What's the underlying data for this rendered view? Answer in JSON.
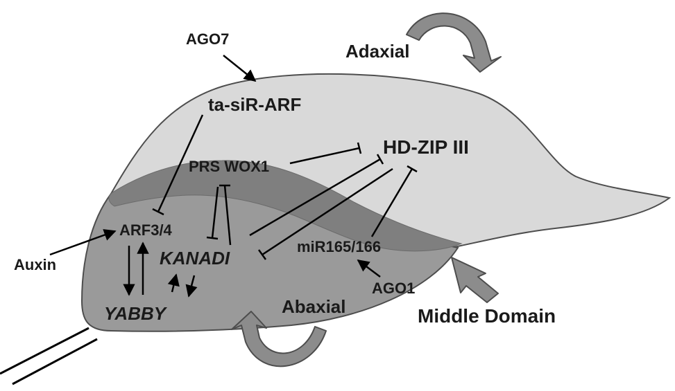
{
  "colors": {
    "adaxial_fill": "#d9d9d9",
    "abaxial_fill": "#9a9a9a",
    "middle_domain_fill": "#7f7f7f",
    "outline": "#4d4d4d",
    "curved_arrow_fill": "#8c8c8c",
    "line": "#000000"
  },
  "labels": {
    "ago7": "AGO7",
    "adaxial": "Adaxial",
    "ta_sir_arf": "ta-siR-ARF",
    "hd_zip_iii": "HD-ZIP III",
    "prs_wox1": "PRS WOX1",
    "arf34": "ARF3/4",
    "auxin": "Auxin",
    "kanadi": "KANADI",
    "mir165_166": "miR165/166",
    "yabby": "YABBY",
    "ago1": "AGO1",
    "abaxial": "Abaxial",
    "middle_domain": "Middle Domain"
  },
  "icons": [
    "curved-arrow-adaxial-icon",
    "curved-arrow-abaxial-icon",
    "middle-domain-arrow-icon"
  ]
}
